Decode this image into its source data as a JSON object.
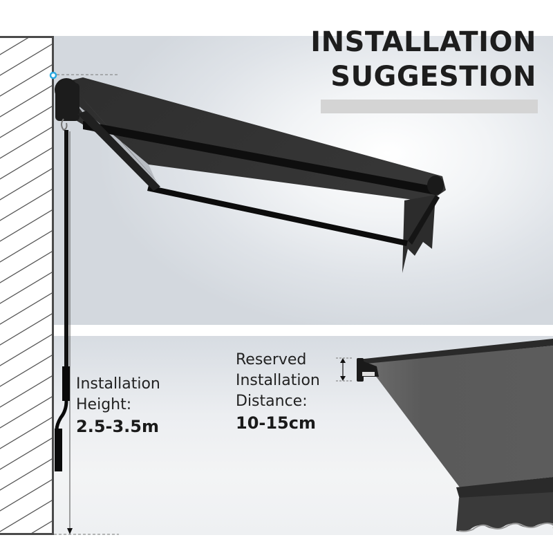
{
  "header": {
    "title_line1": "INSTALLATION",
    "title_line2": "SUGGESTION"
  },
  "height_callout": {
    "line1": "Installation",
    "line2": "Height:",
    "value": "2.5-3.5m"
  },
  "distance_callout": {
    "line1": "Reserved",
    "line2": "Installation",
    "line3": "Distance:",
    "value": "10-15cm"
  },
  "colors": {
    "awning_fabric": "#2b2b2b",
    "awning_fabric_light": "#5a5a5a",
    "frame": "#111111",
    "wall_outline": "#4a4a4a",
    "accent_marker": "#2aa8e0",
    "title_bar": "#d4d4d4"
  },
  "icons": {
    "height_dimension": "vertical-arrow-icon",
    "distance_dimension": "double-arrow-icon",
    "mount_point": "circle-marker-icon"
  }
}
